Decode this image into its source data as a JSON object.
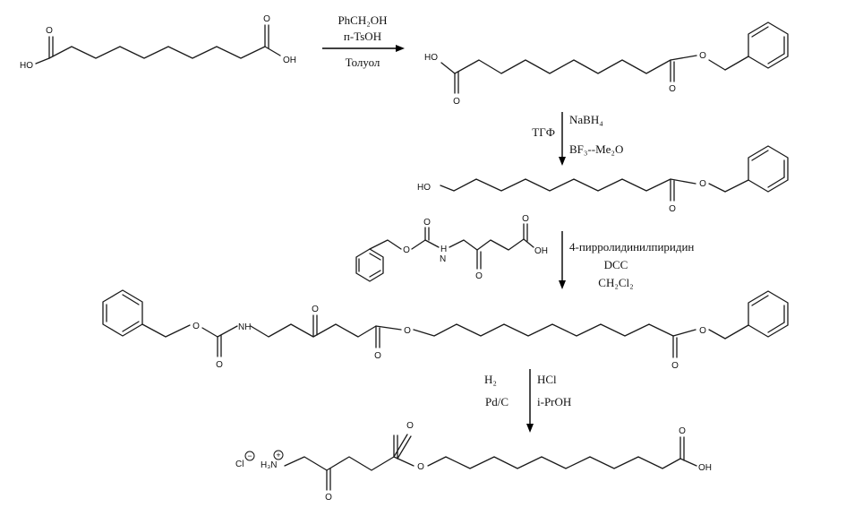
{
  "step1": {
    "reagent_1": "PhCH₂OH",
    "reagent_2": "п-TsOH",
    "solvent": "Толуол"
  },
  "step2": {
    "solvent": "ТГФ",
    "reagent_1": "NaBH₄",
    "reagent_2": "BF₃--Me₂O"
  },
  "step3": {
    "reagent_1": "4-пирролидинилпиридин",
    "reagent_2": "DCC",
    "solvent": "CH₂Cl₂"
  },
  "step4": {
    "left_1": "H₂",
    "left_2": "Pd/C",
    "right_1": "HCl",
    "right_2": "i-PrOH"
  },
  "atoms": {
    "ho": "HO",
    "oh": "OH",
    "o": "O",
    "nh": "NH",
    "h": "H",
    "n": "N",
    "cl": "Cl",
    "h3n": "H₃N",
    "minus": "−",
    "plus": "+"
  }
}
